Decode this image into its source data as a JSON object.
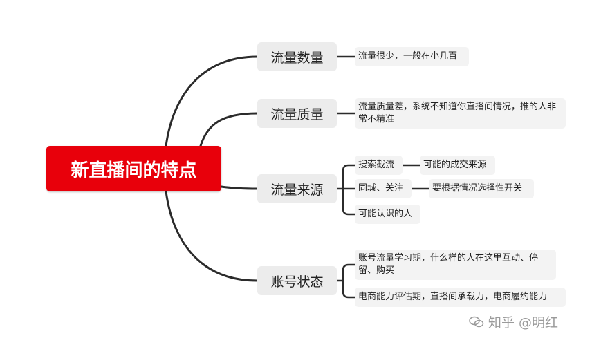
{
  "root": {
    "label": "新直播间的特点"
  },
  "branches": [
    {
      "label": "流量数量",
      "children": [
        {
          "label": "流量很少，一般在小几百"
        }
      ]
    },
    {
      "label": "流量质量",
      "children": [
        {
          "label": "流量质量差，系统不知道你直播间情况，推的人非常不精准"
        }
      ]
    },
    {
      "label": "流量来源",
      "children": [
        {
          "label": "搜索截流",
          "detail": "可能的成交来源"
        },
        {
          "label": "同城、关注",
          "detail": "要根据情况选择性开关"
        },
        {
          "label": "可能认识的人"
        }
      ]
    },
    {
      "label": "账号状态",
      "children": [
        {
          "label": "账号流量学习期，什么样的人在这里互动、停留、购买"
        },
        {
          "label": "电商能力评估期，直播间承载力，电商履约能力"
        }
      ]
    }
  ],
  "watermark": {
    "text": "知乎 @明红",
    "icon": "wechat-icon"
  },
  "colors": {
    "root": "#e8000b",
    "branch_bg": "#ececec",
    "leaf_bg": "#f3f3f3",
    "line": "#2b2b2b"
  }
}
